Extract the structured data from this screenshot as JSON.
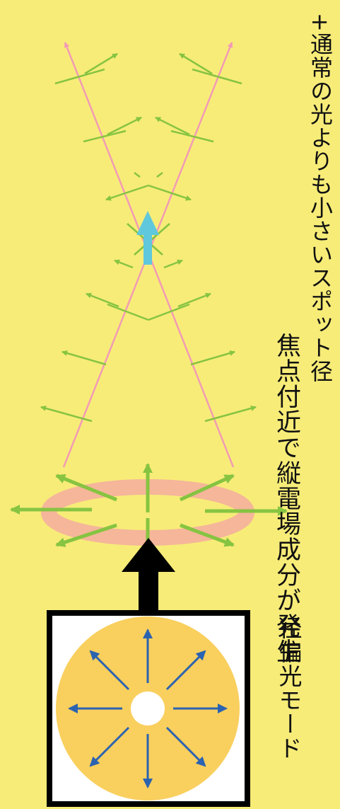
{
  "labels": {
    "radial_mode": "径偏光モード",
    "focus_line1": "焦点付近で縦電場成分が発生",
    "focus_line2": "+通常の光よりも小さいスポット径"
  },
  "colors": {
    "background": "#F7EC78",
    "disc_fill": "#F9CF5E",
    "inner_hole": "#FFFFFF",
    "radial_arrow": "#2B63B0",
    "field_arrow": "#86C441",
    "ray_line": "#F29CB4",
    "ring": "#F5B69A",
    "longitudinal_arrow": "#5FC8DC",
    "frame": "#000000"
  }
}
